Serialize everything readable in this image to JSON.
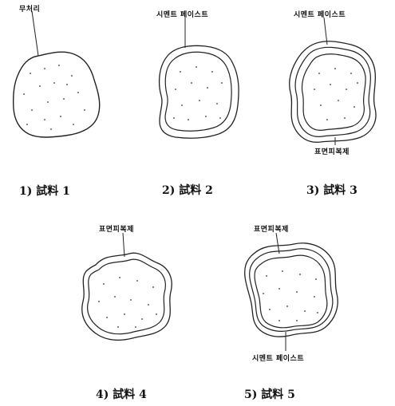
{
  "callouts": {
    "s1_top": "무처리",
    "s2_top": "시멘트 페이스트",
    "s3_top": "시멘트 페이스트",
    "s3_bottom": "표면피복제",
    "s4_top": "표면피복제",
    "s5_top": "표면피복제",
    "s5_bottom": "시멘트 페이스트"
  },
  "samples": [
    {
      "label": "1) 試料 1"
    },
    {
      "label": "2) 試料 2"
    },
    {
      "label": "3) 試料 3"
    },
    {
      "label": "4) 試料 4"
    },
    {
      "label": "5) 試料 5"
    }
  ]
}
